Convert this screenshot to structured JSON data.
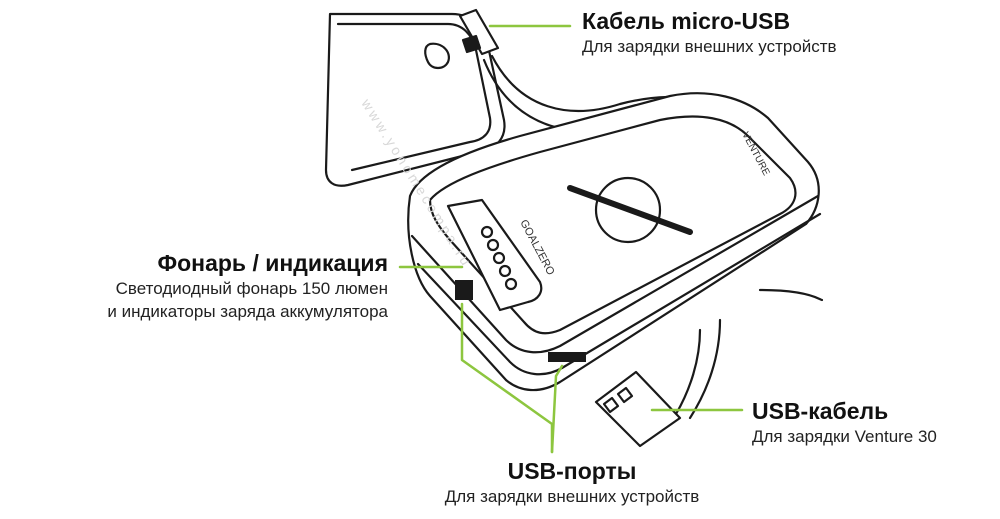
{
  "callouts": {
    "micro_usb": {
      "title": "Кабель micro-USB",
      "desc": "Для зарядки внешних устройств"
    },
    "flashlight": {
      "title": "Фонарь / индикация",
      "desc_line1": "Светодиодный фонарь 150 люмен",
      "desc_line2": "и индикаторы заряда аккумулятора"
    },
    "usb_ports": {
      "title": "USB-порты",
      "desc": "Для зарядки внешних устройств"
    },
    "usb_cable": {
      "title": "USB-кабель",
      "desc": "Для зарядки Venture 30"
    }
  },
  "device": {
    "brand_text": "GOALZERO",
    "model_text": "VENTURE"
  },
  "watermark": "www.yonomecompa.ru",
  "colors": {
    "accent": "#8dc63f",
    "outline": "#1a1a1a",
    "text": "#1a1a1a"
  }
}
